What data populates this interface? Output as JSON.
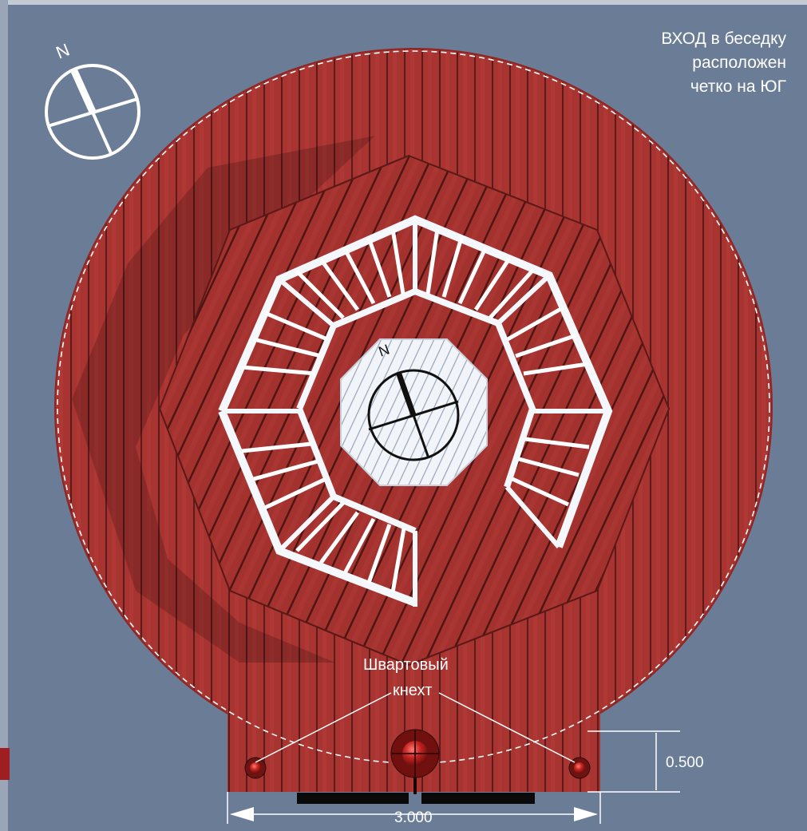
{
  "note": {
    "lines": [
      "ВХОД в беседку",
      "расположен",
      "четко на ЮГ"
    ]
  },
  "compass": {
    "north_label": "N",
    "icon": "compass-rose"
  },
  "center_compass": {
    "north_label": "N",
    "icon": "compass-rose"
  },
  "callout": {
    "line1": "Швартовый",
    "line2": "кнехт"
  },
  "dimensions": {
    "width": "3.000",
    "depth": "0.500"
  },
  "colors": {
    "background": "#6b7d96",
    "deck": "#a83432",
    "deck_dark": "#7e2422",
    "bench": "#e8eef5",
    "annotation": "#ffffff"
  }
}
